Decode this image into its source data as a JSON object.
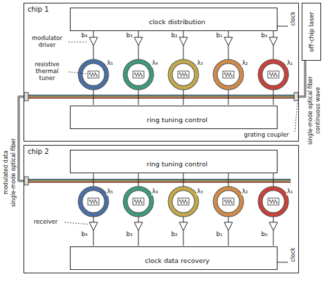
{
  "diagram": {
    "nodes": [
      {
        "text": [
          "chip 1"
        ]
      },
      {
        "text": [
          "clock distribution"
        ],
        "in": 0
      },
      {
        "text": [
          "ring tuning control"
        ],
        "in": 0
      },
      {
        "text": [
          "off-chip laser"
        ]
      },
      {
        "text": [
          "chip 2"
        ]
      },
      {
        "text": [
          "ring tuning control"
        ],
        "in": 4
      },
      {
        "text": [
          "clock data recovery"
        ],
        "in": 4
      }
    ],
    "edges": [
      {
        "from": 3,
        "to": 0,
        "arrow": "none"
      },
      {
        "from": 0,
        "to": 4,
        "arrow": "none"
      }
    ],
    "labels": [
      "clock",
      "b₄",
      "b₃",
      "b₂",
      "b₁",
      "b₀",
      "modulator driver",
      "λ₅",
      "λ₄",
      "λ₃",
      "λ₂",
      "λ₁",
      "resistive thermal tuner",
      "single-mode optical fiber",
      "continuous wave",
      "grating coupler",
      "modulated data",
      "single-mode optical fiber",
      "λ₅",
      "λ₄",
      "λ₃",
      "λ₂",
      "λ₁",
      "receiver",
      "b₄",
      "b₃",
      "b₂",
      "b₁",
      "b₀",
      "clock"
    ]
  }
}
